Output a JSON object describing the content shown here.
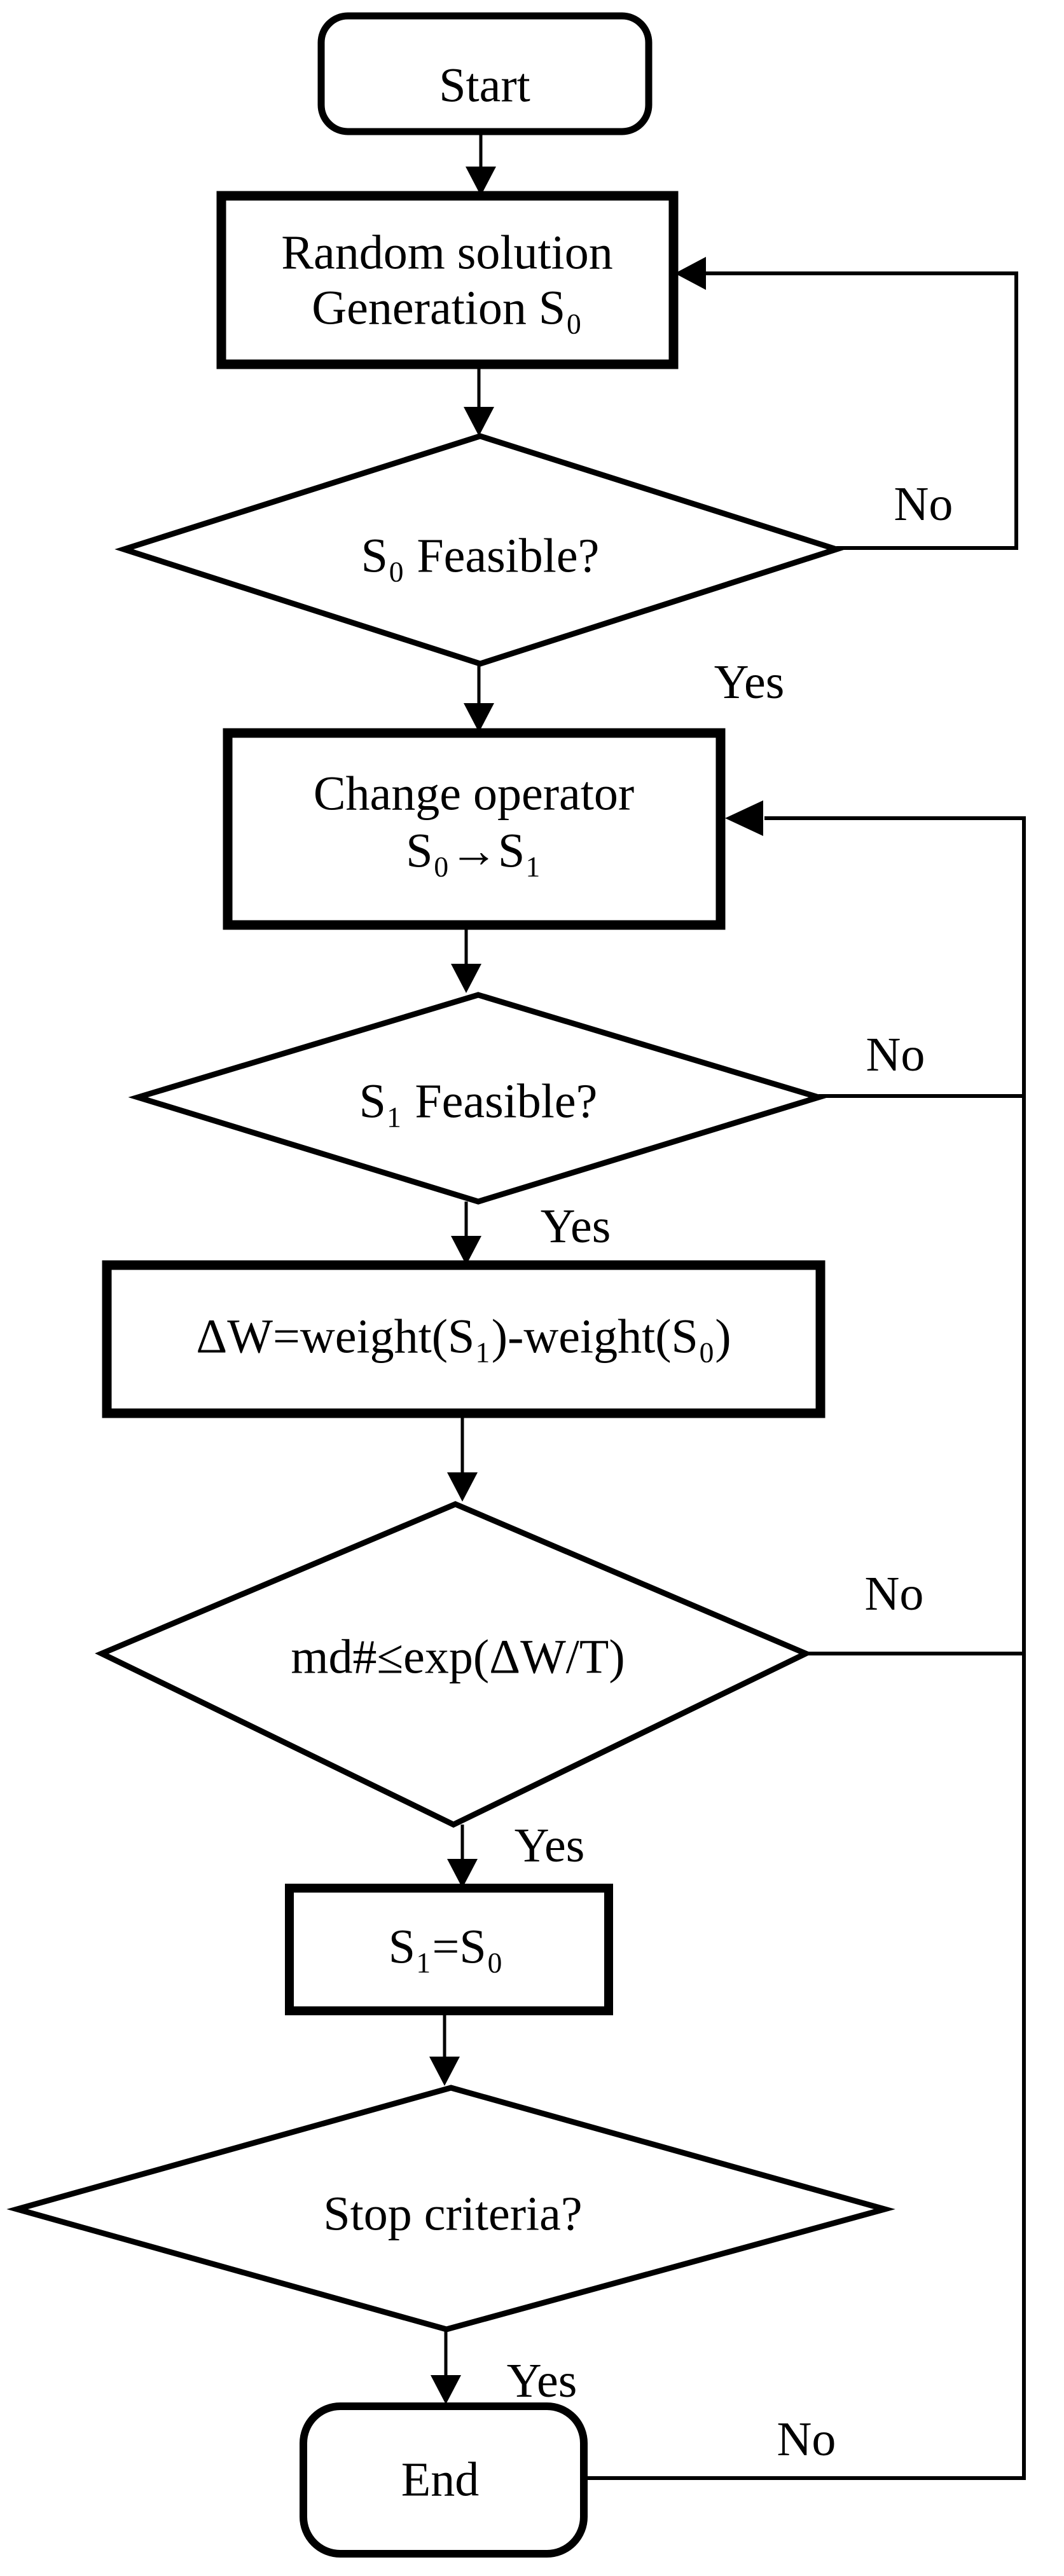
{
  "colors": {
    "ink": "#000000",
    "background": "#ffffff"
  },
  "nodes": {
    "start": {
      "label": "Start"
    },
    "random_solution": {
      "line1": "Random solution",
      "line2": "Generation S₀"
    },
    "s0_feasible": {
      "label": "S₀ Feasible?"
    },
    "change_operator": {
      "line1": "Change operator",
      "line2": "S₀→S₁"
    },
    "s1_feasible": {
      "label": "S₁ Feasible?"
    },
    "delta_weight": {
      "label": "ΔW=weight(S₁)-weight(S₀)"
    },
    "metropolis": {
      "label": "md#≤exp(ΔW/T)"
    },
    "assign": {
      "label": "S₁=S₀"
    },
    "stop_criteria": {
      "label": "Stop criteria?"
    },
    "end": {
      "label": "End"
    }
  },
  "edge_labels": {
    "s0_no": "No",
    "s0_yes": "Yes",
    "s1_no": "No",
    "s1_yes": "Yes",
    "metropolis_no": "No",
    "metropolis_yes": "Yes",
    "stop_no": "No",
    "stop_yes": "Yes"
  }
}
